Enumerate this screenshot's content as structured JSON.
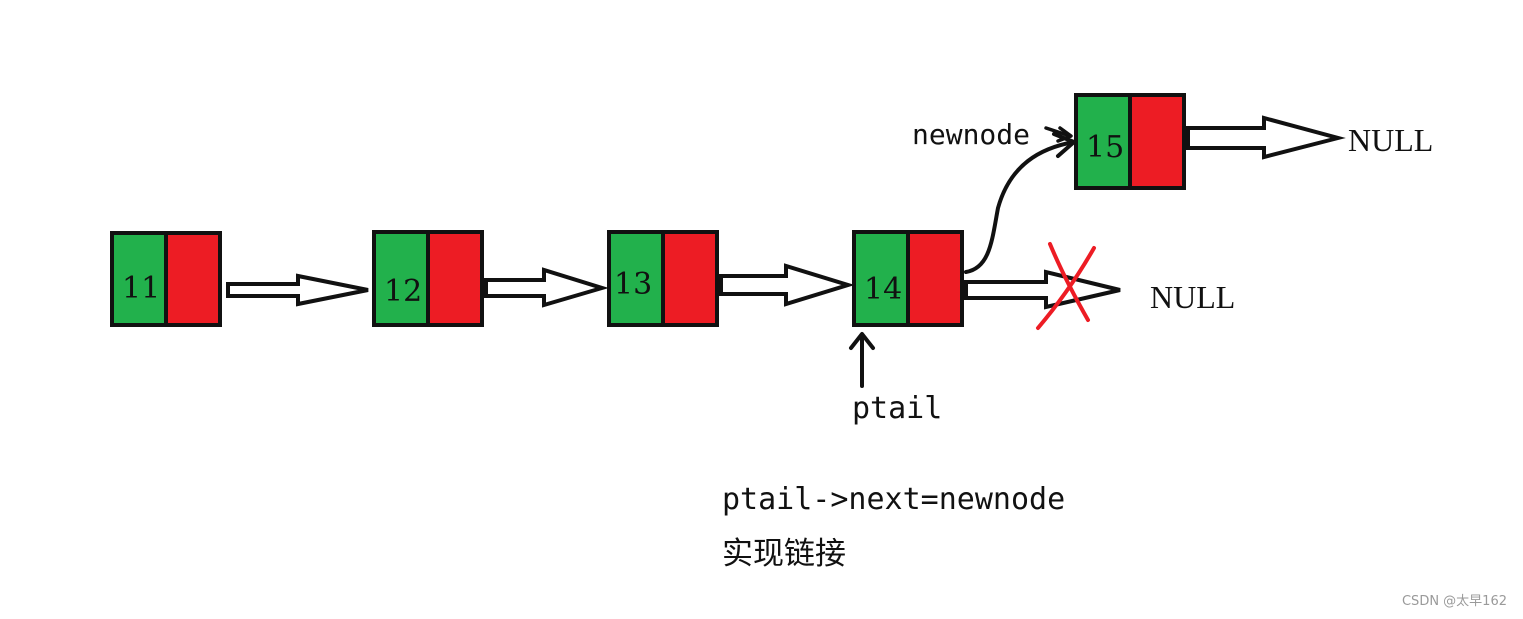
{
  "diagram": {
    "nodes": [
      {
        "value": "11"
      },
      {
        "value": "12"
      },
      {
        "value": "13"
      },
      {
        "value": "14"
      },
      {
        "value": "15"
      }
    ],
    "labels": {
      "newnode": "newnode",
      "ptail": "ptail",
      "null_old": "NULL",
      "null_new": "NULL"
    },
    "caption": {
      "code": "ptail->next=newnode",
      "text": "实现链接"
    },
    "colors": {
      "data_field": "#22b14c",
      "next_field": "#ed1c24",
      "border": "#111111",
      "cross": "#ed1c24"
    }
  },
  "watermark": "CSDN @太早162"
}
